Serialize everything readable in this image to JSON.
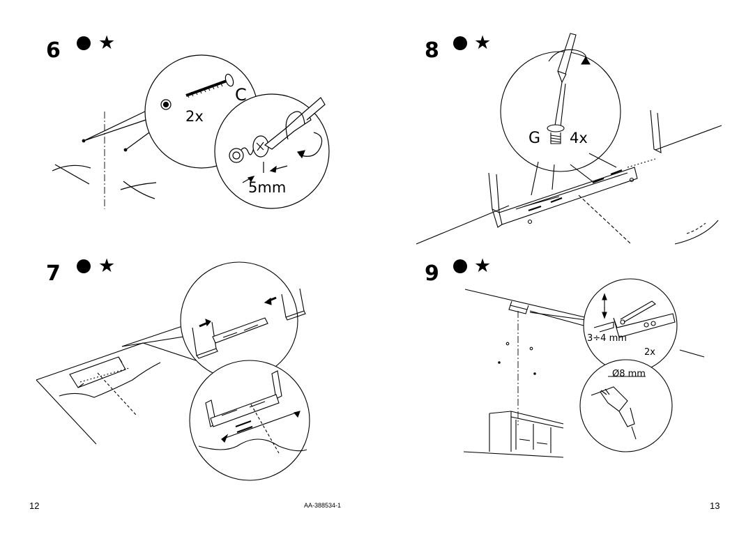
{
  "steps": [
    {
      "number": "6",
      "labels": {
        "part": "C",
        "qty": "2x",
        "gap": "5mm"
      }
    },
    {
      "number": "7"
    },
    {
      "number": "8",
      "labels": {
        "part": "G",
        "qty": "4x"
      }
    },
    {
      "number": "9",
      "labels": {
        "distance": "3÷4 mm",
        "qty": "2x",
        "drill": "Ø8 mm"
      }
    }
  ],
  "symbols": {
    "dot": "●",
    "star": "★"
  },
  "footer": {
    "page_left": "12",
    "doc_id": "AA-388534-1",
    "page_right": "13"
  }
}
